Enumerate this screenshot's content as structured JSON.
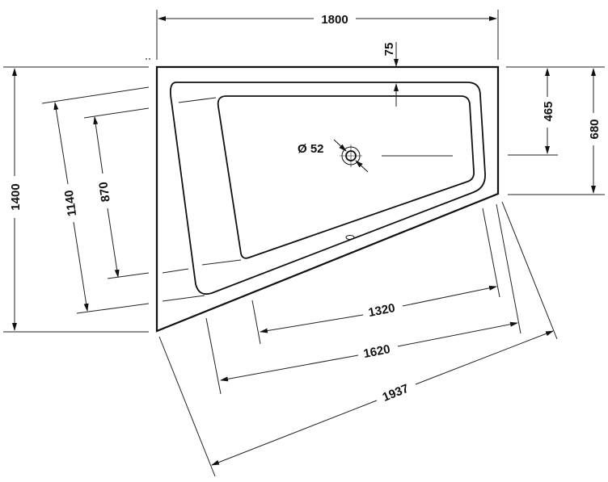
{
  "drawing": {
    "title": "Corner bathtub dimension drawing",
    "units": "mm",
    "background": "#ffffff",
    "line_color": "#111111"
  },
  "dimensions": {
    "overall_width": "1800",
    "rim_offset": "75",
    "drain_diameter": "Ø 52",
    "overall_depth": "1400",
    "left_outer_inner": "1140",
    "left_basin": "870",
    "right_drain_offset": "465",
    "right_short_side": "680",
    "front_basin": "1320",
    "front_inner": "1620",
    "front_outer": "1937"
  }
}
